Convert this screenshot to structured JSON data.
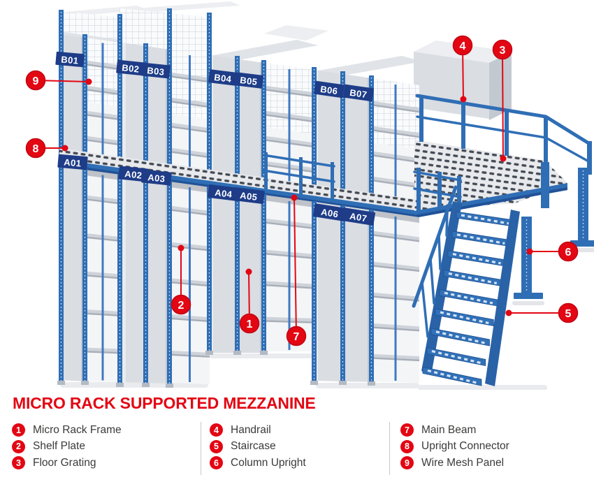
{
  "diagram": {
    "rack_labels_upper": [
      "B01",
      "B02",
      "B03",
      "B04",
      "B05",
      "B06",
      "B07"
    ],
    "rack_labels_lower": [
      "A01",
      "A02",
      "A03",
      "A04",
      "A05",
      "A06",
      "A07"
    ],
    "callouts": [
      {
        "number": "1",
        "label": "Micro Rack Frame"
      },
      {
        "number": "2",
        "label": "Shelf Plate"
      },
      {
        "number": "3",
        "label": "Floor Grating"
      },
      {
        "number": "4",
        "label": "Handrail"
      },
      {
        "number": "5",
        "label": "Staircase"
      },
      {
        "number": "6",
        "label": "Column Upright"
      },
      {
        "number": "7",
        "label": "Main Beam"
      },
      {
        "number": "8",
        "label": "Upright Connector"
      },
      {
        "number": "9",
        "label": "Wire Mesh Panel"
      }
    ]
  },
  "legend": {
    "title": "MICRO RACK SUPPORTED MEZZANINE",
    "columns": [
      [
        {
          "number": "1",
          "label": "Micro Rack Frame"
        },
        {
          "number": "2",
          "label": "Shelf Plate"
        },
        {
          "number": "3",
          "label": "Floor Grating"
        }
      ],
      [
        {
          "number": "4",
          "label": "Handrail"
        },
        {
          "number": "5",
          "label": "Staircase"
        },
        {
          "number": "6",
          "label": "Column Upright"
        }
      ],
      [
        {
          "number": "7",
          "label": "Main Beam"
        },
        {
          "number": "8",
          "label": "Upright Connector"
        },
        {
          "number": "9",
          "label": "Wire Mesh Panel"
        }
      ]
    ]
  },
  "colors": {
    "accent_red": "#e30613",
    "frame_blue": "#2f6eb5",
    "label_navy": "#1e3c87",
    "panel_gray": "#dadde2"
  }
}
